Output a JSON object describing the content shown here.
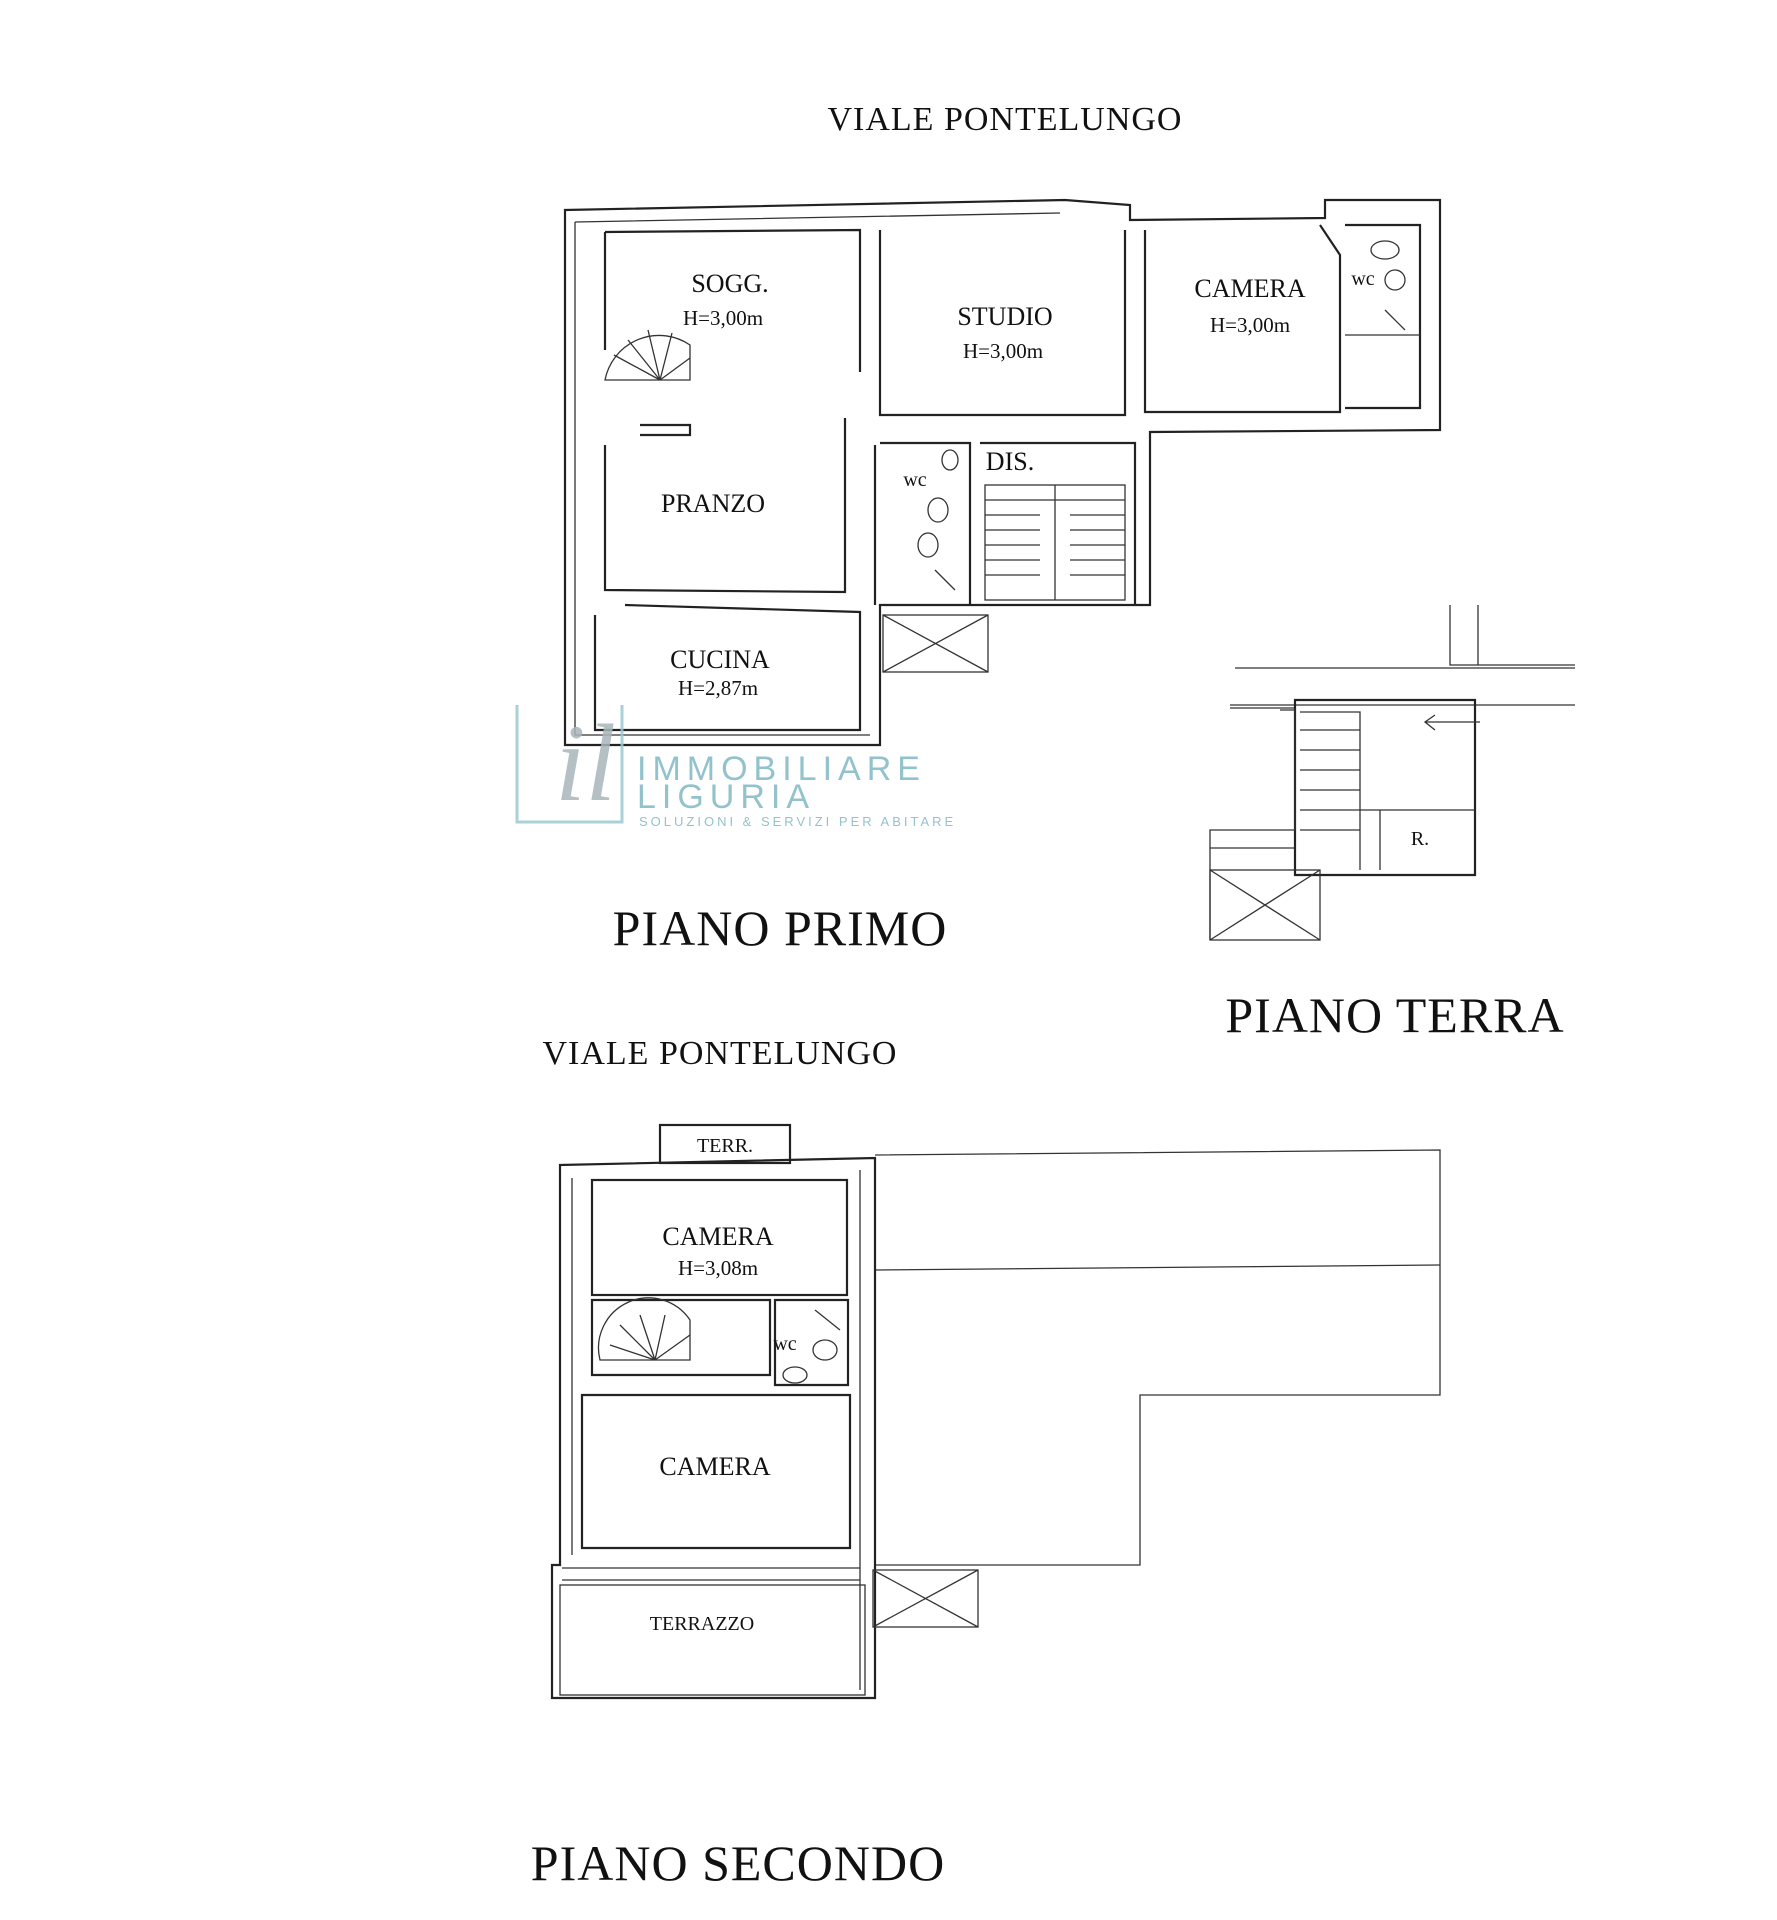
{
  "street": {
    "top": "VIALE PONTELUNGO",
    "middle": "VIALE PONTELUNGO"
  },
  "floors": {
    "primo": "PIANO PRIMO",
    "terra": "PIANO TERRA",
    "secondo": "PIANO SECONDO"
  },
  "rooms_primo": {
    "soggiorno": "SOGG.",
    "soggiorno_h": "H=3,00m",
    "studio": "STUDIO",
    "studio_h": "H=3,00m",
    "camera": "CAMERA",
    "camera_h": "H=3,00m",
    "wc_small": "wc",
    "pranzo": "PRANZO",
    "wc": "wc",
    "dis": "DIS.",
    "cucina": "CUCINA",
    "cucina_h": "H=2,87m"
  },
  "rooms_terra": {
    "ripostiglio": "R."
  },
  "rooms_secondo": {
    "terr": "TERR.",
    "camera_top": "CAMERA",
    "camera_top_h": "H=3,08m",
    "wc": "wc",
    "camera_bottom": "CAMERA",
    "terrazzo": "TERRAZZO"
  },
  "watermark": {
    "line1": "IMMOBILIARE",
    "line2": "LIGURIA",
    "tagline": "SOLUZIONI & SERVIZI PER ABITARE",
    "color": "#7fb8c4"
  }
}
